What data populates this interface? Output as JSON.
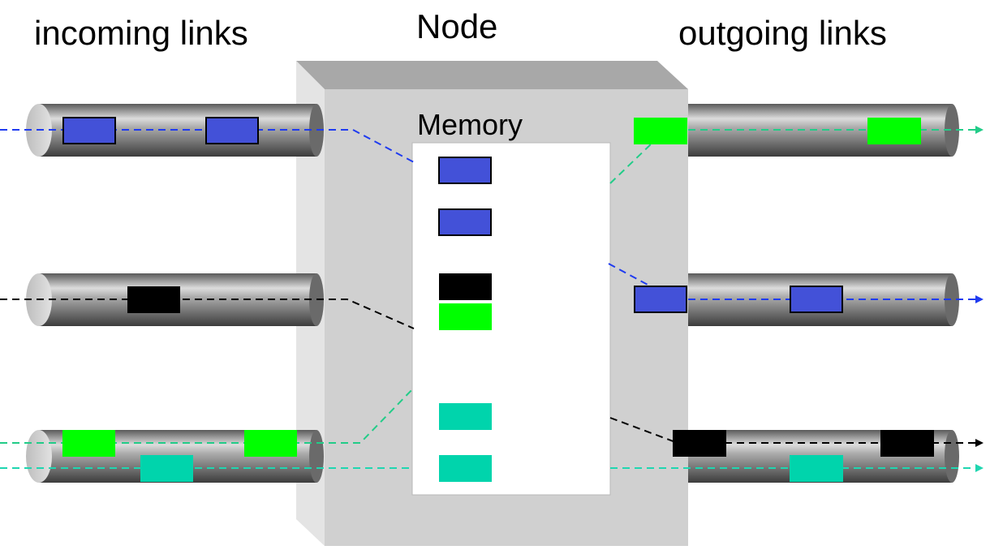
{
  "labels": {
    "incoming": "incoming links",
    "node": "Node",
    "outgoing": "outgoing links",
    "memory": "Memory"
  },
  "colors": {
    "blue": "#4351d8",
    "black": "#000000",
    "green": "#00ff00",
    "teal": "#00d4ac",
    "node_face": "#d0d0d0",
    "memory_bg": "#ffffff"
  },
  "flows": [
    {
      "name": "blue-flow",
      "color": "blue",
      "from": "incoming link 1",
      "to": "outgoing link 2"
    },
    {
      "name": "black-flow",
      "color": "black",
      "from": "incoming link 2",
      "to": "outgoing link 3"
    },
    {
      "name": "green-flow",
      "color": "green",
      "from": "incoming link 3",
      "to": "outgoing link 1"
    },
    {
      "name": "teal-flow",
      "color": "teal",
      "from": "incoming link 3",
      "to": "outgoing link 3"
    }
  ],
  "memory_queue": [
    "blue",
    "blue",
    "black",
    "green",
    "teal",
    "teal"
  ]
}
